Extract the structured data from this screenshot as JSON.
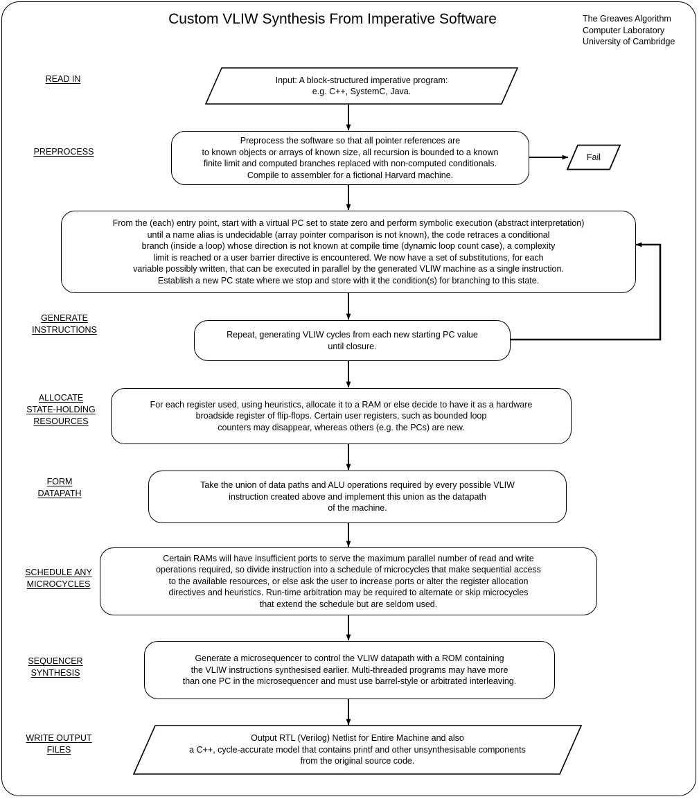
{
  "header": {
    "title": "Custom VLIW Synthesis From Imperative Software",
    "credit_line1": "The Greaves Algorithm",
    "credit_line2": "Computer Laboratory",
    "credit_line3": "University of Cambridge"
  },
  "stages": [
    {
      "id": "read-in",
      "label_lines": [
        "READ IN"
      ]
    },
    {
      "id": "preprocess",
      "label_lines": [
        "PREPROCESS"
      ]
    },
    {
      "id": "generate-instructions",
      "label_lines": [
        "GENERATE",
        "INSTRUCTIONS"
      ]
    },
    {
      "id": "allocate-state-holding-resources",
      "label_lines": [
        "ALLOCATE",
        "STATE-HOLDING",
        "RESOURCES"
      ]
    },
    {
      "id": "form-datapath",
      "label_lines": [
        "FORM",
        "DATAPATH"
      ]
    },
    {
      "id": "schedule-any-microcycles",
      "label_lines": [
        "SCHEDULE ANY",
        "MICROCYCLES"
      ]
    },
    {
      "id": "sequencer-synthesis",
      "label_lines": [
        "SEQUENCER",
        "SYNTHESIS"
      ]
    },
    {
      "id": "write-output-files",
      "label_lines": [
        "WRITE OUTPUT",
        "FILES"
      ]
    }
  ],
  "nodes": {
    "input": {
      "shape": "parallelogram",
      "lines": [
        "Input: A block-structured imperative program:",
        "e.g. C++, SystemC, Java."
      ]
    },
    "preprocess": {
      "shape": "rounded-box",
      "lines": [
        "Preprocess the software so that all pointer references are",
        "to known objects or arrays of known size, all recursion is bounded to a known",
        "finite limit and computed branches replaced with non-computed conditionals.",
        "Compile to assembler for a fictional Harvard machine."
      ]
    },
    "fail": {
      "shape": "parallelogram",
      "lines": [
        "Fail"
      ]
    },
    "symbolic_execution": {
      "shape": "rounded-box",
      "lines": [
        "From the (each) entry point, start with a virtual PC set to state zero and perform symbolic execution (abstract interpretation)",
        "until a name alias is undecidable (array pointer comparison is not known), the code retraces a conditional",
        "branch (inside a loop) whose direction is not known at compile time (dynamic loop count case), a complexity",
        "limit is reached or a user barrier directive is encountered.  We now have a set of substitutions, for each",
        "variable possibly written, that can be executed in parallel by the generated VLIW machine as a single instruction.",
        "Establish a new PC state where we stop and store with it the condition(s) for branching to this state."
      ]
    },
    "repeat": {
      "shape": "rounded-box",
      "lines": [
        "Repeat, generating VLIW cycles from each new starting PC value",
        "until closure."
      ]
    },
    "allocate": {
      "shape": "rounded-box",
      "lines": [
        "For each register used, using heuristics, allocate it to a RAM or else decide to have it as a hardware",
        "broadside register of flip-flops. Certain user registers, such as bounded loop",
        "counters may disappear, whereas others (e.g. the PCs) are new."
      ]
    },
    "datapath": {
      "shape": "rounded-box",
      "lines": [
        "Take the union of data paths and ALU operations required by every possible VLIW",
        "instruction created above and implement this union as the datapath",
        "of the machine."
      ]
    },
    "microcycles": {
      "shape": "rounded-box",
      "lines": [
        "Certain RAMs will have insufficient ports to serve the maximum parallel number of read and write",
        "operations required, so divide instruction into a schedule of microcycles that make sequential access",
        "to the available resources, or else ask the user to increase ports or alter the register allocation",
        "directives and heuristics.  Run-time arbitration may be required to alternate or skip microcycles",
        "that extend the schedule but are seldom used."
      ]
    },
    "sequencer": {
      "shape": "rounded-box",
      "lines": [
        "Generate a microsequencer to control the VLIW datapath with a ROM containing",
        "the VLIW instructions synthesised earlier.  Multi-threaded programs may have more",
        "than one PC in the microsequencer and must use barrel-style  or arbitrated interleaving."
      ]
    },
    "output": {
      "shape": "parallelogram",
      "lines": [
        "Output RTL (Verilog) Netlist for Entire Machine and also",
        "a C++, cycle-accurate  model that contains printf and other unsynthesisable components",
        "from the original source code."
      ]
    }
  },
  "colors": {
    "stroke": "#000000",
    "background": "#ffffff",
    "text": "#000000"
  }
}
